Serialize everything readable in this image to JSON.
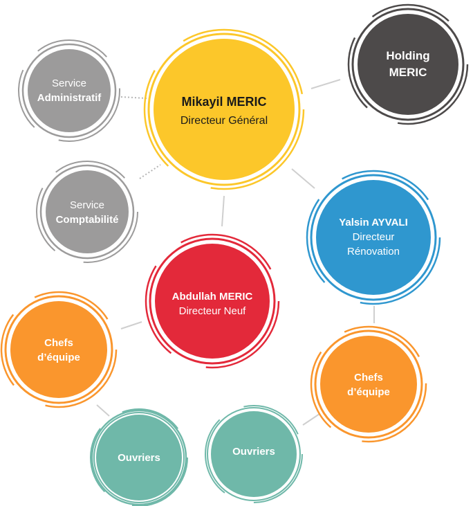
{
  "colors": {
    "yellow": "#fcc72a",
    "dark": "#4d4a4a",
    "gray": "#9c9b9b",
    "blue": "#2f97cf",
    "red": "#e3293a",
    "orange": "#fa962d",
    "teal": "#6fb8a9",
    "connector": "#cfcfcf"
  },
  "nodes": {
    "ceo": {
      "name": "Mikayil MERIC",
      "role": "Directeur Général"
    },
    "holding": {
      "line1": "Holding",
      "line2": "MERIC"
    },
    "admin": {
      "line1": "Service",
      "line2": "Administratif"
    },
    "compta": {
      "line1": "Service",
      "line2": "Comptabilité"
    },
    "renovation": {
      "name": "Yalsin AYVALI",
      "role_line1": "Directeur",
      "role_line2": "Rénovation"
    },
    "neuf": {
      "name": "Abdullah MERIC",
      "role": "Directeur Neuf"
    },
    "chefs_left": {
      "line1": "Chefs",
      "line2": "d’équipe"
    },
    "chefs_right": {
      "line1": "Chefs",
      "line2": "d’équipe"
    },
    "ouvriers_left": {
      "label": "Ouvriers"
    },
    "ouvriers_right": {
      "label": "Ouvriers"
    }
  }
}
